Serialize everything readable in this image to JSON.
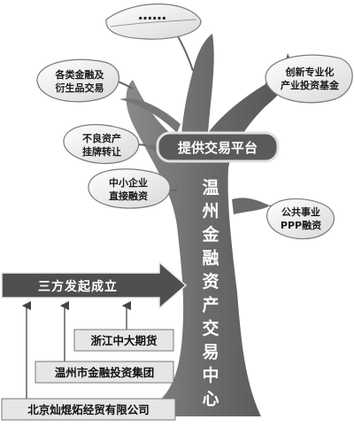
{
  "leaves": {
    "top": "……",
    "financial_products": [
      "各类金融及",
      "衍生品交易"
    ],
    "nonperforming": [
      "不良资产",
      "挂牌转让"
    ],
    "sme_financing": [
      "中小企业",
      "直接融资"
    ],
    "industry_fund": [
      "创新专业化",
      "产业投资基金"
    ],
    "ppp": [
      "公共事业",
      "PPP融资"
    ]
  },
  "platform_label": "提供交易平台",
  "trunk_title": "温州金融资产交易中心",
  "founders_label": "三方发起成立",
  "founders": [
    "浙江中大期货",
    "温州市金融投资集团",
    "北京灿焜炻经贸有限公司"
  ],
  "colors": {
    "tree": "#6e6e6e",
    "pill": "#5a5a5a",
    "arrow": "#4f4f4f",
    "leaf_fill": "#f2f2f2",
    "leaf_stroke": "#7a7a7a"
  }
}
